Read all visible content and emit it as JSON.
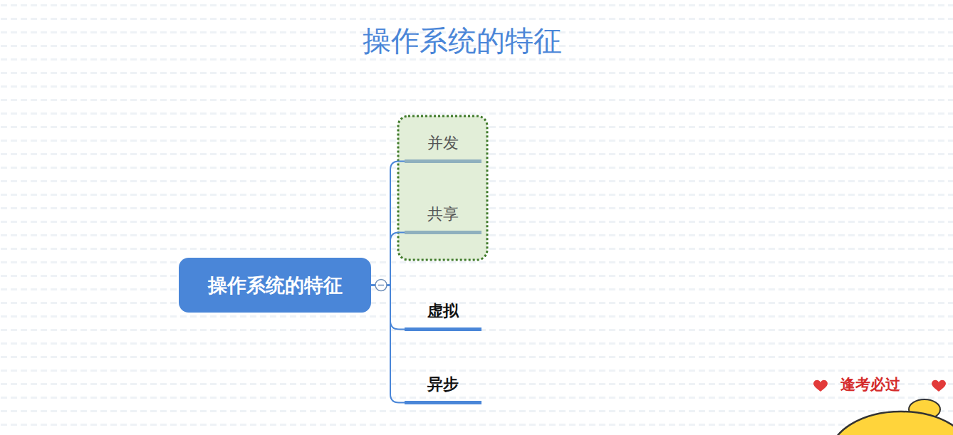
{
  "diagram": {
    "title": "操作系统的特征",
    "nodes": [
      {
        "text": [
          "操作系统的特征"
        ]
      },
      {
        "text": [
          "并发"
        ]
      },
      {
        "text": [
          "共享"
        ]
      },
      {
        "text": [
          "虚拟"
        ]
      },
      {
        "text": [
          "异步"
        ]
      }
    ],
    "edges": [
      {
        "from": 0,
        "to": 1,
        "arrow": "none"
      },
      {
        "from": 0,
        "to": 2,
        "arrow": "none"
      },
      {
        "from": 0,
        "to": 3,
        "arrow": "none"
      },
      {
        "from": 0,
        "to": 4,
        "arrow": "none"
      }
    ],
    "labels": [
      "逢考必过"
    ]
  }
}
